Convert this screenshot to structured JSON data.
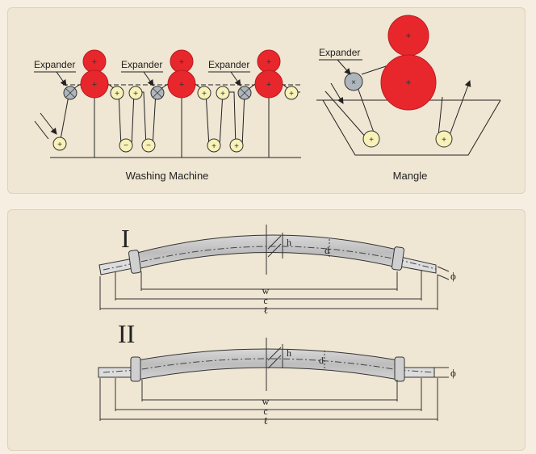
{
  "washing": {
    "expander_label": "Expander",
    "title": "Washing Machine"
  },
  "mangle": {
    "expander_label": "Expander",
    "title": "Mangle"
  },
  "bow_roll_1": {
    "roman": "I",
    "h": "h",
    "d": "d",
    "w": "w",
    "c": "c",
    "l": "ℓ",
    "phi": "ϕ"
  },
  "bow_roll_2": {
    "roman": "II",
    "h": "h",
    "d": "d",
    "w": "w",
    "c": "c",
    "l": "ℓ",
    "phi": "ϕ"
  },
  "colors": {
    "red_roll": "#e8272c",
    "guide_roll": "#f8f1b8",
    "expander_roll": "#aeb6bd",
    "panel": "#efe6d3"
  },
  "symbols": {
    "plus": "+",
    "minus": "−",
    "cross": "×"
  }
}
